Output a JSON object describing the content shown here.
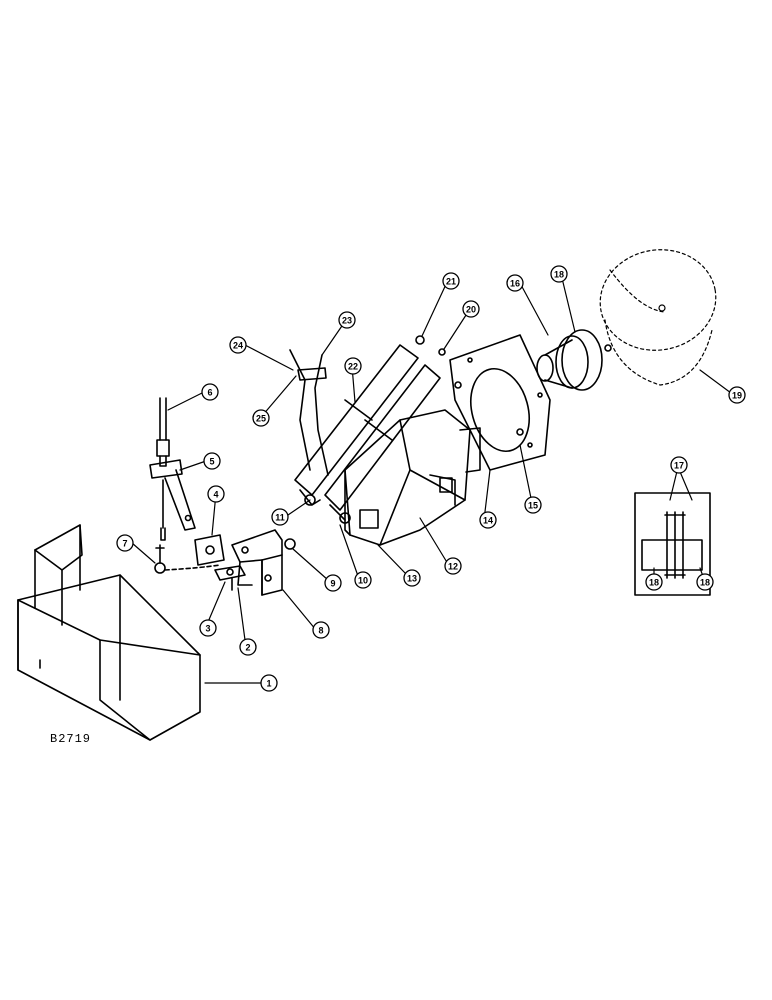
{
  "figure": {
    "id": "B2719"
  },
  "callouts": [
    {
      "label": "1"
    },
    {
      "label": "2"
    },
    {
      "label": "3"
    },
    {
      "label": "4"
    },
    {
      "label": "5"
    },
    {
      "label": "6"
    },
    {
      "label": "7"
    },
    {
      "label": "8"
    },
    {
      "label": "9"
    },
    {
      "label": "10"
    },
    {
      "label": "11"
    },
    {
      "label": "12"
    },
    {
      "label": "13"
    },
    {
      "label": "14"
    },
    {
      "label": "15"
    },
    {
      "label": "16"
    },
    {
      "label": "18"
    },
    {
      "label": "19"
    },
    {
      "label": "20"
    },
    {
      "label": "21"
    },
    {
      "label": "22"
    },
    {
      "label": "23"
    },
    {
      "label": "24"
    },
    {
      "label": "25"
    }
  ],
  "detail_inset": {
    "callouts": [
      {
        "label": "17"
      },
      {
        "label": "18"
      },
      {
        "label": "18"
      }
    ]
  }
}
